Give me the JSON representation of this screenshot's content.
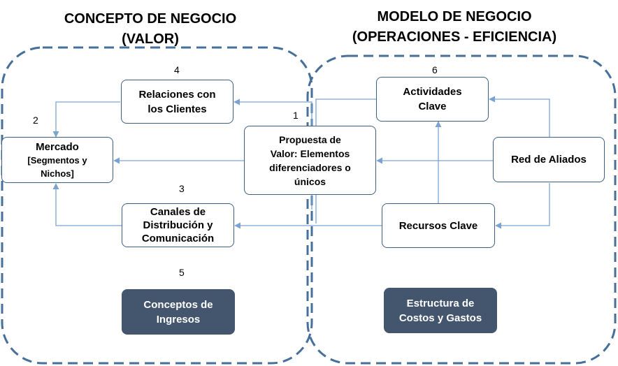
{
  "headings": {
    "left_line1": "CONCEPTO DE NEGOCIO",
    "left_line2": "(VALOR)",
    "right_line1": "MODELO DE NEGOCIO",
    "right_line2": "(OPERACIONES - EFICIENCIA)"
  },
  "boxes": {
    "relaciones": "Relaciones con\nlos Clientes",
    "mercado_main": "Mercado",
    "mercado_sub": "[Segmentos y\nNichos]",
    "propuesta": "Propuesta de\nValor: Elementos\ndiferenciadores o\núnicos",
    "canales": "Canales de\nDistribución y\nComunicación",
    "conceptos": "Conceptos de\nIngresos",
    "actividades": "Actividades\nClave",
    "red": "Red de Aliados",
    "recursos": "Recursos Clave",
    "estructura": "Estructura de\nCostos y Gastos"
  },
  "numbers": {
    "relaciones": "4",
    "mercado": "2",
    "propuesta": "1",
    "canales": "3",
    "conceptos": "5",
    "actividades": "6"
  },
  "colors": {
    "border": "#3f5f82",
    "dashed_outline": "#46709a",
    "arrow": "#7ba3d2",
    "dark_box": "#44566e"
  }
}
